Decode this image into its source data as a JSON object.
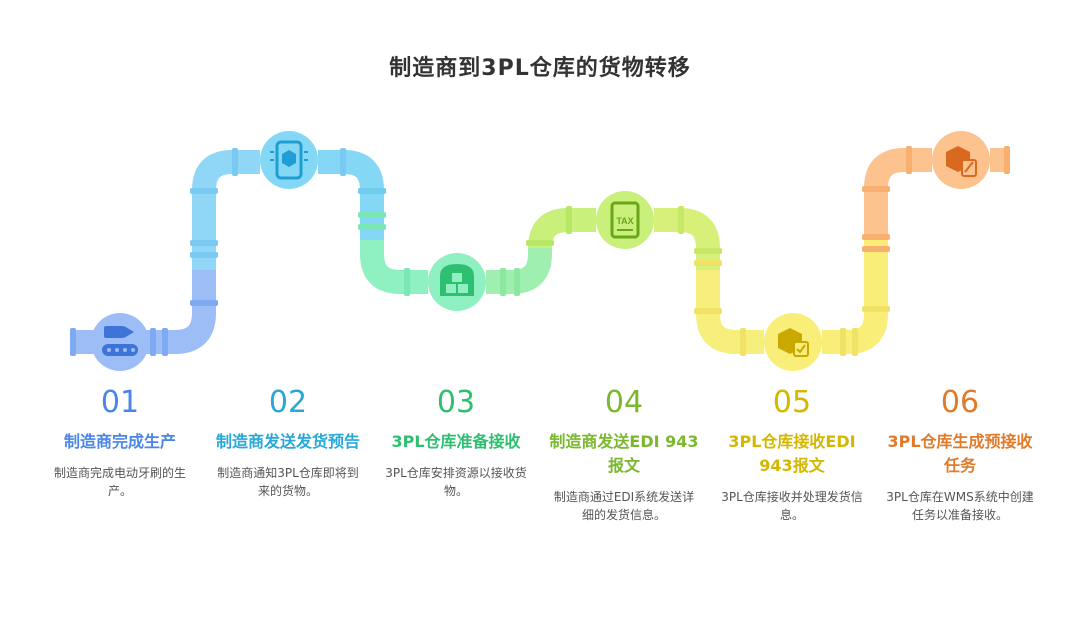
{
  "title": "制造商到3PL仓库的货物转移",
  "steps": [
    {
      "number": "01",
      "title": "制造商完成生产",
      "desc": "制造商完成电动牙刷的生产。",
      "color": "#4a86e8",
      "icon": "conveyor-icon"
    },
    {
      "number": "02",
      "title": "制造商发送发货预告",
      "desc": "制造商通知3PL仓库即将到来的货物。",
      "color": "#29a8d8",
      "icon": "mobile-package-icon"
    },
    {
      "number": "03",
      "title": "3PL仓库准备接收",
      "desc": "3PL仓库安排资源以接收货物。",
      "color": "#2fbf71",
      "icon": "warehouse-icon"
    },
    {
      "number": "04",
      "title": "制造商发送EDI 943报文",
      "desc": "制造商通过EDI系统发送详细的发货信息。",
      "color": "#7cb82f",
      "icon": "tax-document-icon"
    },
    {
      "number": "05",
      "title": "3PL仓库接收EDI 943报文",
      "desc": "3PL仓库接收并处理发货信息。",
      "color": "#d4b800",
      "icon": "box-check-icon"
    },
    {
      "number": "06",
      "title": "3PL仓库生成预接收任务",
      "desc": "3PL仓库在WMS系统中创建任务以准备接收。",
      "color": "#e07b2a",
      "icon": "box-edit-icon"
    }
  ]
}
